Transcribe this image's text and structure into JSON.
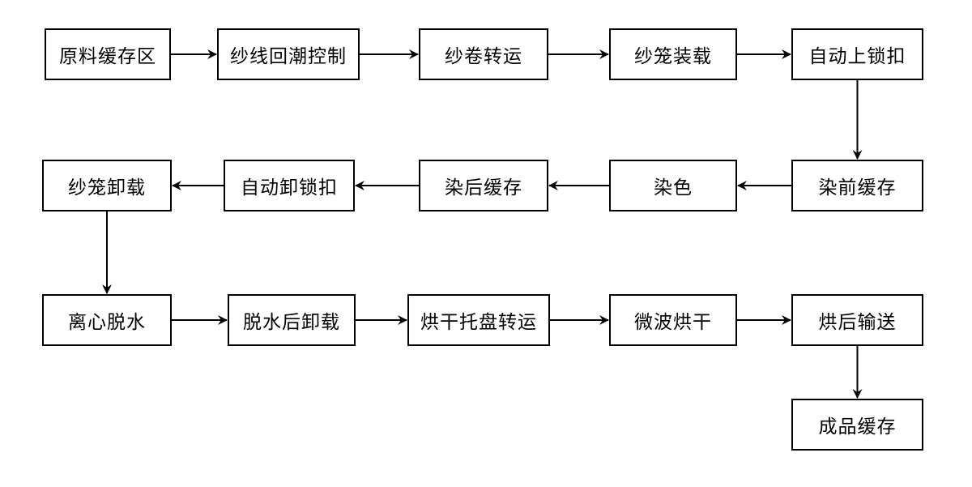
{
  "diagram": {
    "nodes": [
      {
        "id": "n1",
        "label": "原料缓存区"
      },
      {
        "id": "n2",
        "label": "纱线回潮控制"
      },
      {
        "id": "n3",
        "label": "纱卷转运"
      },
      {
        "id": "n4",
        "label": "纱笼装载"
      },
      {
        "id": "n5",
        "label": "自动上锁扣"
      },
      {
        "id": "n6",
        "label": "染前缓存"
      },
      {
        "id": "n7",
        "label": "染色"
      },
      {
        "id": "n8",
        "label": "染后缓存"
      },
      {
        "id": "n9",
        "label": "自动卸锁扣"
      },
      {
        "id": "n10",
        "label": "纱笼卸载"
      },
      {
        "id": "n11",
        "label": "离心脱水"
      },
      {
        "id": "n12",
        "label": "脱水后卸载"
      },
      {
        "id": "n13",
        "label": "烘干托盘转运"
      },
      {
        "id": "n14",
        "label": "微波烘干"
      },
      {
        "id": "n15",
        "label": "烘后输送"
      },
      {
        "id": "n16",
        "label": "成品缓存"
      }
    ],
    "edges": [
      {
        "from": "n1",
        "to": "n2"
      },
      {
        "from": "n2",
        "to": "n3"
      },
      {
        "from": "n3",
        "to": "n4"
      },
      {
        "from": "n4",
        "to": "n5"
      },
      {
        "from": "n5",
        "to": "n6"
      },
      {
        "from": "n6",
        "to": "n7"
      },
      {
        "from": "n7",
        "to": "n8"
      },
      {
        "from": "n8",
        "to": "n9"
      },
      {
        "from": "n9",
        "to": "n10"
      },
      {
        "from": "n10",
        "to": "n11"
      },
      {
        "from": "n11",
        "to": "n12"
      },
      {
        "from": "n12",
        "to": "n13"
      },
      {
        "from": "n13",
        "to": "n14"
      },
      {
        "from": "n14",
        "to": "n15"
      },
      {
        "from": "n15",
        "to": "n16"
      }
    ]
  }
}
